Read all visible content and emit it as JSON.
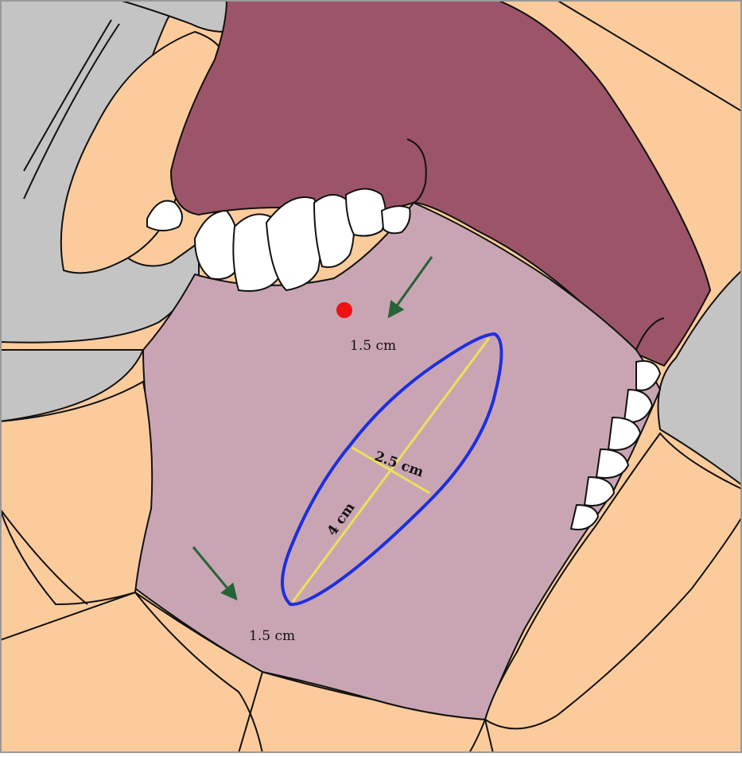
{
  "annotations": {
    "margin_label_top": "1.5 cm",
    "margin_label_bottom": "1.5 cm",
    "length_label": "4 cm",
    "width_label": "2.5 cm"
  },
  "colors": {
    "skin": "#FBCB9C",
    "retractor_gray": "#C4C4C5",
    "palate_dark": "#9C5568",
    "mucosa_light": "#C9A5B4",
    "teeth": "#FFFFFF",
    "outline": "#111111",
    "incision_blue": "#1C2FE0",
    "measure_yellow": "#E9E25A",
    "arrow_green": "#246437",
    "marker_red": "#EE1111"
  },
  "icons": {
    "arrow_top": "green-arrow-icon",
    "arrow_bottom": "green-arrow-icon",
    "marker": "red-dot-marker"
  }
}
